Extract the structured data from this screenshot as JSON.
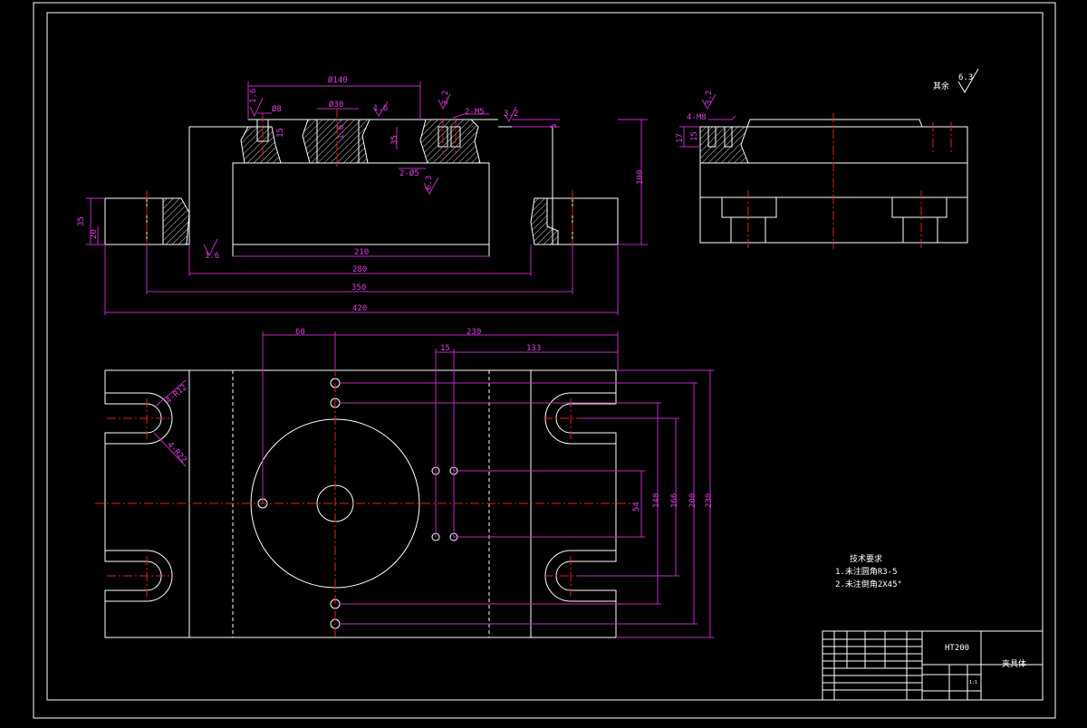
{
  "dimensions": {
    "d_o140": "Ø140",
    "d_o30": "Ø30",
    "d_o8": "Ø8",
    "d_m5": "2-M5",
    "d_o5": "2-Ø5",
    "d_15a": "15",
    "d_35a": "35",
    "d_5": "5",
    "d_100": "100",
    "d_35b": "35",
    "d_20": "20",
    "d_210": "210",
    "d_280": "280",
    "d_350": "350",
    "d_420": "420",
    "d_m8": "4-M8",
    "d_17": "17",
    "d_15b": "15",
    "d_60": "60",
    "d_230": "230",
    "d_15c": "15",
    "d_133": "133",
    "d_54": "54",
    "d_140": "140",
    "d_166": "166",
    "d_200": "200",
    "d_230v": "230",
    "d_r1": "4-R12",
    "d_r2": "4-R22"
  },
  "roughness": {
    "r1": "1.6",
    "r2": "1.6",
    "r3": "3.2",
    "r4": "3.2",
    "r5": "6.3",
    "r6": "1.6",
    "r7": "1.6",
    "r8": "3.2",
    "r9": "6.3"
  },
  "notes": {
    "rest": "其余",
    "rest_value": "6.3",
    "title": "技术要求",
    "line1": "1.未注圆角R3-5",
    "line2": "2.未注倒角2X45°"
  },
  "title_block": {
    "material": "HT200",
    "part_name": "夹具体",
    "scale": "1:1"
  },
  "colors": {
    "outline": "#ffffff",
    "dimension": "#c02bc0",
    "centerline": "#dd2222",
    "background": "#000000"
  }
}
